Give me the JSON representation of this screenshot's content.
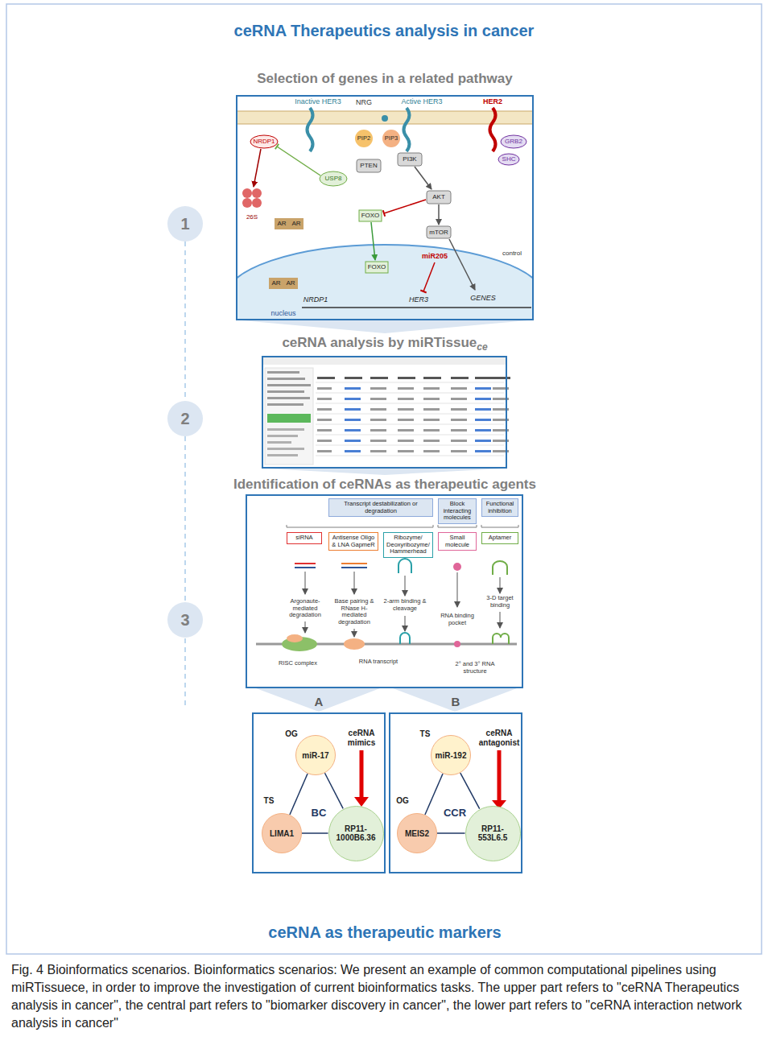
{
  "diagram": {
    "title": "ceRNA Therapeutics analysis in cancer",
    "caption": "Fig. 4 Bioinformatics scenarios. Bioinformatics scenarios: We present an example of common computational pipelines using miRTissuece, in order to improve the investigation of current bioinformatics tasks. The upper part refers to \"ceRNA Therapeutics analysis in cancer\", the central part refers to \"biomarker discovery in cancer\", the lower part refers to \"ceRNA interaction network analysis in cancer\"",
    "nodes": [
      {
        "text": [
          "1"
        ]
      },
      {
        "text": [
          "Selection of genes in a related pathway"
        ]
      },
      {
        "text": [
          "2"
        ]
      },
      {
        "text": [
          "ceRNA analysis by miRTissue",
          "ce"
        ]
      },
      {
        "text": [
          "3"
        ]
      },
      {
        "text": [
          "Identification of ceRNAs as therapeutic agents"
        ]
      },
      {
        "text": [
          "Transcript destabilization or degradation"
        ],
        "in": 5
      },
      {
        "text": [
          "Block interacting molecules"
        ],
        "in": 5
      },
      {
        "text": [
          "Functional inhibition"
        ],
        "in": 5
      },
      {
        "text": [
          "siRNA"
        ],
        "in": 5
      },
      {
        "text": [
          "Antisense Oligo & LNA GapmeR"
        ],
        "in": 5
      },
      {
        "text": [
          "Ribozyme/ Deoxyribozyme/ Hammerhead"
        ],
        "in": 5
      },
      {
        "text": [
          "Small molecule"
        ],
        "in": 5
      },
      {
        "text": [
          "Aptamer"
        ],
        "in": 5
      },
      {
        "text": [
          "A"
        ]
      },
      {
        "text": [
          "miR-17"
        ],
        "in": 14
      },
      {
        "text": [
          "LIMA1"
        ],
        "in": 14
      },
      {
        "text": [
          "RP11-1000B6.36"
        ],
        "in": 14
      },
      {
        "text": [
          "B"
        ]
      },
      {
        "text": [
          "miR-192"
        ],
        "in": 18
      },
      {
        "text": [
          "MEIS2"
        ],
        "in": 18
      },
      {
        "text": [
          "RP11-553L6.5"
        ],
        "in": 18
      }
    ],
    "edges": [
      {
        "from": 0,
        "to": 2,
        "arrow": "none"
      },
      {
        "from": 2,
        "to": 4,
        "arrow": "none"
      },
      {
        "from": 15,
        "to": 16,
        "arrow": "none"
      },
      {
        "from": 15,
        "to": 17,
        "arrow": "none"
      },
      {
        "from": 16,
        "to": 17,
        "arrow": "none"
      },
      {
        "from": 19,
        "to": 20,
        "arrow": "none"
      },
      {
        "from": 19,
        "to": 21,
        "arrow": "none"
      },
      {
        "from": 20,
        "to": 21,
        "arrow": "none"
      }
    ],
    "labels": [
      "Inactive HER3",
      "NRG",
      "Active HER3",
      "HER2",
      "NRDP1",
      "PIP2",
      "PIP3",
      "PI3K",
      "GRB2",
      "SHC",
      "USP8",
      "PTEN",
      "AKT",
      "26S",
      "AR",
      "AR",
      "FOXO",
      "mTOR",
      "miR205",
      "FOXO",
      "AR",
      "AR",
      "NRDP1",
      "HER3",
      "GENES",
      "nucleus",
      "control",
      "Argonaute-mediated degradation",
      "Base pairing & RNase H-mediated degradation",
      "2-arm binding & cleavage",
      "RNA binding pocket",
      "3-D target binding",
      "RISC complex",
      "RNA transcript",
      "2° and 3° RNA structure",
      "OG",
      "TS",
      "BC",
      "ceRNA mimics",
      "TS",
      "OG",
      "CCR",
      "ceRNA antagonist",
      "ceRNA as therapeutic markers"
    ]
  }
}
